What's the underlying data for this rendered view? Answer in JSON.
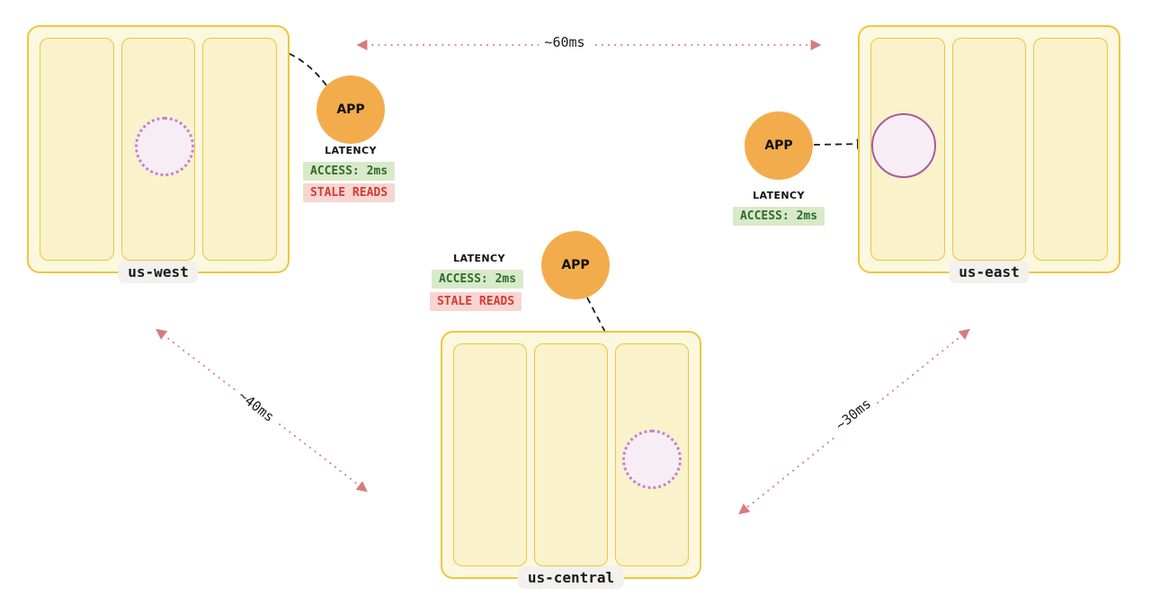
{
  "regions": [
    {
      "label": "us-west",
      "replica_style": "dotted"
    },
    {
      "label": "us-east",
      "replica_style": "solid"
    },
    {
      "label": "us-central",
      "replica_style": "dotted"
    }
  ],
  "apps": [
    {
      "label": "APP",
      "latency_title": "LATENCY",
      "badges": [
        {
          "text": "ACCESS: 2ms",
          "type": "green"
        },
        {
          "text": "STALE READS",
          "type": "red"
        }
      ]
    },
    {
      "label": "APP",
      "latency_title": "LATENCY",
      "badges": [
        {
          "text": "ACCESS: 2ms",
          "type": "green"
        }
      ]
    },
    {
      "label": "APP",
      "latency_title": "LATENCY",
      "badges": [
        {
          "text": "ACCESS: 2ms",
          "type": "green"
        },
        {
          "text": "STALE READS",
          "type": "red"
        }
      ]
    }
  ],
  "links": [
    {
      "from": "us-west",
      "to": "us-east",
      "label": "~60ms"
    },
    {
      "from": "us-west",
      "to": "us-central",
      "label": "~40ms"
    },
    {
      "from": "us-east",
      "to": "us-central",
      "label": "~30ms"
    }
  ],
  "colors": {
    "region_border": "#eec63e",
    "region_fill": "#fcf7df",
    "panel_fill": "#f9f2cb",
    "app_fill": "#f3ac4b",
    "replica_fill": "#f7eef5",
    "replica_dotted_border": "#c983be",
    "replica_solid_border": "#a85ba0",
    "badge_green_bg": "#d8eac9",
    "badge_green_text": "#2e6b2e",
    "badge_red_bg": "#f7d5d2",
    "badge_red_text": "#d43c33",
    "latency_arrow": "#d77c7c",
    "app_arrow": "#1a1a1a"
  }
}
